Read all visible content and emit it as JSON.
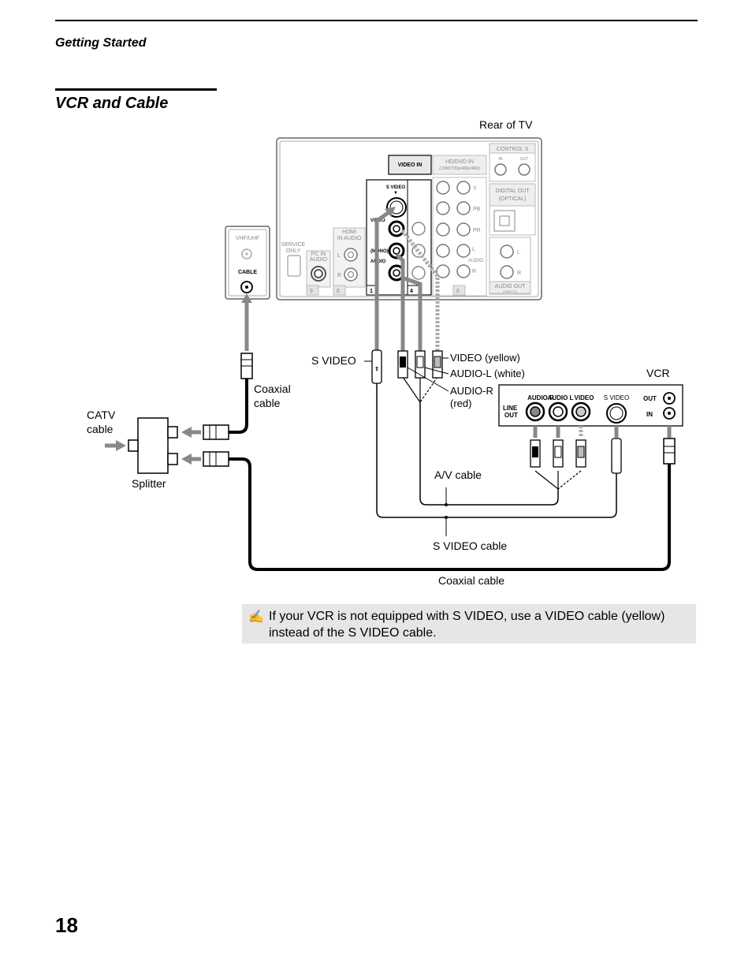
{
  "header": {
    "section": "Getting Started"
  },
  "page": {
    "title": "VCR and Cable",
    "number": "18"
  },
  "diagram": {
    "labels": {
      "rear_of_tv": "Rear of TV",
      "s_video": "S VIDEO",
      "video_yellow": "VIDEO (yellow)",
      "audio_l_white": "AUDIO-L (white)",
      "audio_r": "AUDIO-R",
      "red": "(red)",
      "vcr": "VCR",
      "coaxial_cable_1": "Coaxial",
      "coaxial_cable_2": "cable",
      "catv_1": "CATV",
      "catv_2": "cable",
      "splitter": "Splitter",
      "av_cable": "A/V cable",
      "s_video_cable": "S VIDEO cable",
      "coaxial_cable_bottom": "Coaxial cable"
    },
    "tv_panel": {
      "vhf_uhf": "VHF/UHF",
      "cable": "CABLE",
      "service_only_1": "SERVICE",
      "service_only_2": "ONLY",
      "pc_in_1": "PC IN",
      "pc_in_2": "AUDIO",
      "hdmi_1": "HDMI",
      "hdmi_2": "IN AUDIO",
      "video_in": "VIDEO IN",
      "hd_dvd_in": "HD/DVD IN",
      "hd_formats": "(1080i/720p/480p/480i)",
      "control_s": "CONTROL S",
      "in": "IN",
      "out": "OUT",
      "digital_out_1": "DIGITAL OUT",
      "digital_out_2": "(OPTICAL)",
      "audio_out": "AUDIO OUT",
      "audio_out_sub": "(VAR/FIX)",
      "s_video": "S VIDEO",
      "video": "VIDEO",
      "mono": "(MONO)",
      "audio": "AUDIO",
      "y": "Y",
      "pb": "PB",
      "pr": "PR",
      "l": "L",
      "r": "R",
      "n9": "9",
      "n8": "8",
      "n1": "1",
      "n4": "4",
      "n6": "6"
    },
    "vcr_panel": {
      "audio_r": "AUDIO R",
      "audio_l": "AUDIO L",
      "video": "VIDEO",
      "s_video": "S VIDEO",
      "line_1": "LINE",
      "line_2": "OUT",
      "out": "OUT",
      "in": "IN"
    }
  },
  "note": {
    "icon": "pencil-note-icon",
    "text": "If your VCR is not equipped with S VIDEO, use a VIDEO cable (yellow) instead of the S VIDEO cable."
  }
}
